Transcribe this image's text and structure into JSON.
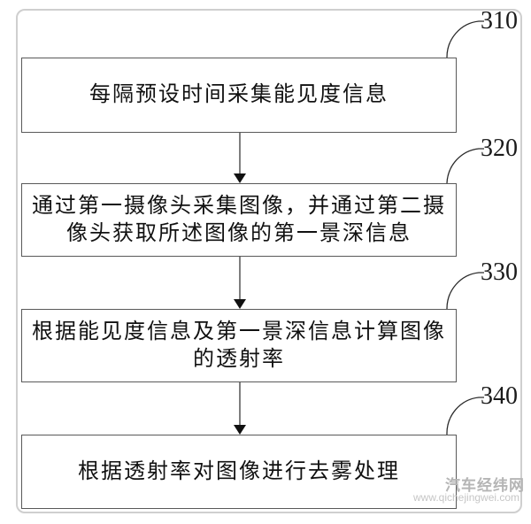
{
  "figure": {
    "type": "flowchart",
    "description": "Patent-style vertical flowchart of an image defogging method",
    "steps": [
      {
        "id": "310",
        "lines": [
          "每隔预设时间采集能见度信息",
          ""
        ]
      },
      {
        "id": "320",
        "lines": [
          "通过第一摄像头采集图像，并通过第二摄",
          "像头获取所述图像的第一景深信息"
        ]
      },
      {
        "id": "330",
        "lines": [
          "根据能见度信息及第一景深信息计算图像",
          "的透射率"
        ]
      },
      {
        "id": "340",
        "lines": [
          "根据透射率对图像进行去雾处理",
          ""
        ]
      }
    ],
    "connections": [
      {
        "from": "310",
        "to": "320"
      },
      {
        "from": "320",
        "to": "330"
      },
      {
        "from": "330",
        "to": "340"
      }
    ]
  },
  "watermark": {
    "site_name": "汽车经纬网",
    "site_url": "www.qichejingwei.com"
  },
  "colors": {
    "box_border": "#595959",
    "outer_border": "#cfcfcf",
    "text": "#111111",
    "line": "#2a2a2a",
    "watermark_name": "#b5b5b5",
    "watermark_url": "#c6c6c6"
  }
}
